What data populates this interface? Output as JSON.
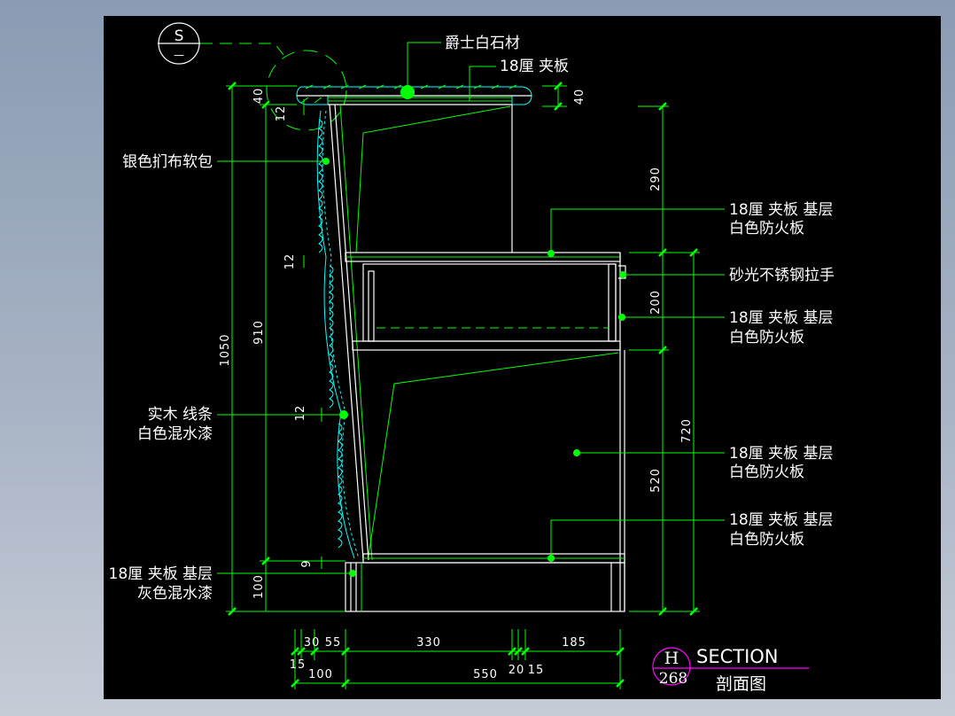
{
  "drawing": {
    "detail_symbol": {
      "letter": "S",
      "number": "—"
    },
    "section_symbol": {
      "letter": "H",
      "number": "268",
      "title": "SECTION",
      "subtitle": "剖面图"
    },
    "colors": {
      "background": "#000000",
      "dimension": "#00ff00",
      "outline": "#ffffff",
      "fabric": "#00ffff",
      "section_mark": "#ff00ff"
    },
    "callouts": {
      "top_stone": "爵士白石材",
      "top_ply": "18厘 夹板",
      "fabric": "银色扪布软包",
      "shelf_upper_1": "18厘 夹板 基层",
      "shelf_upper_2": "白色防火板",
      "handle": "砂光不锈钢拉手",
      "drawer_1": "18厘 夹板 基层",
      "drawer_2": "白色防火板",
      "timber_1": "实木 线条",
      "timber_2": "白色混水漆",
      "body_1": "18厘 夹板 基层",
      "body_2": "白色防火板",
      "bottom_shelf_1": "18厘 夹板 基层",
      "bottom_shelf_2": "白色防火板",
      "base_1": "18厘 夹板 基层",
      "base_2": "灰色混水漆"
    },
    "dimensions": {
      "left_total": "1050",
      "left_910": "910",
      "left_100": "100",
      "top_40_left": "40",
      "top_12": "12",
      "mid_12a": "12",
      "mid_12b": "12",
      "bottom_9": "9",
      "top_40_right": "40",
      "right_290": "290",
      "right_720": "720",
      "right_200": "200",
      "right_520": "520",
      "bottom_30": "30",
      "bottom_55": "55",
      "bottom_330": "330",
      "bottom_185": "185",
      "bottom_15a": "15",
      "bottom_100": "100",
      "bottom_550": "550",
      "bottom_20": "20",
      "bottom_15b": "15"
    }
  }
}
